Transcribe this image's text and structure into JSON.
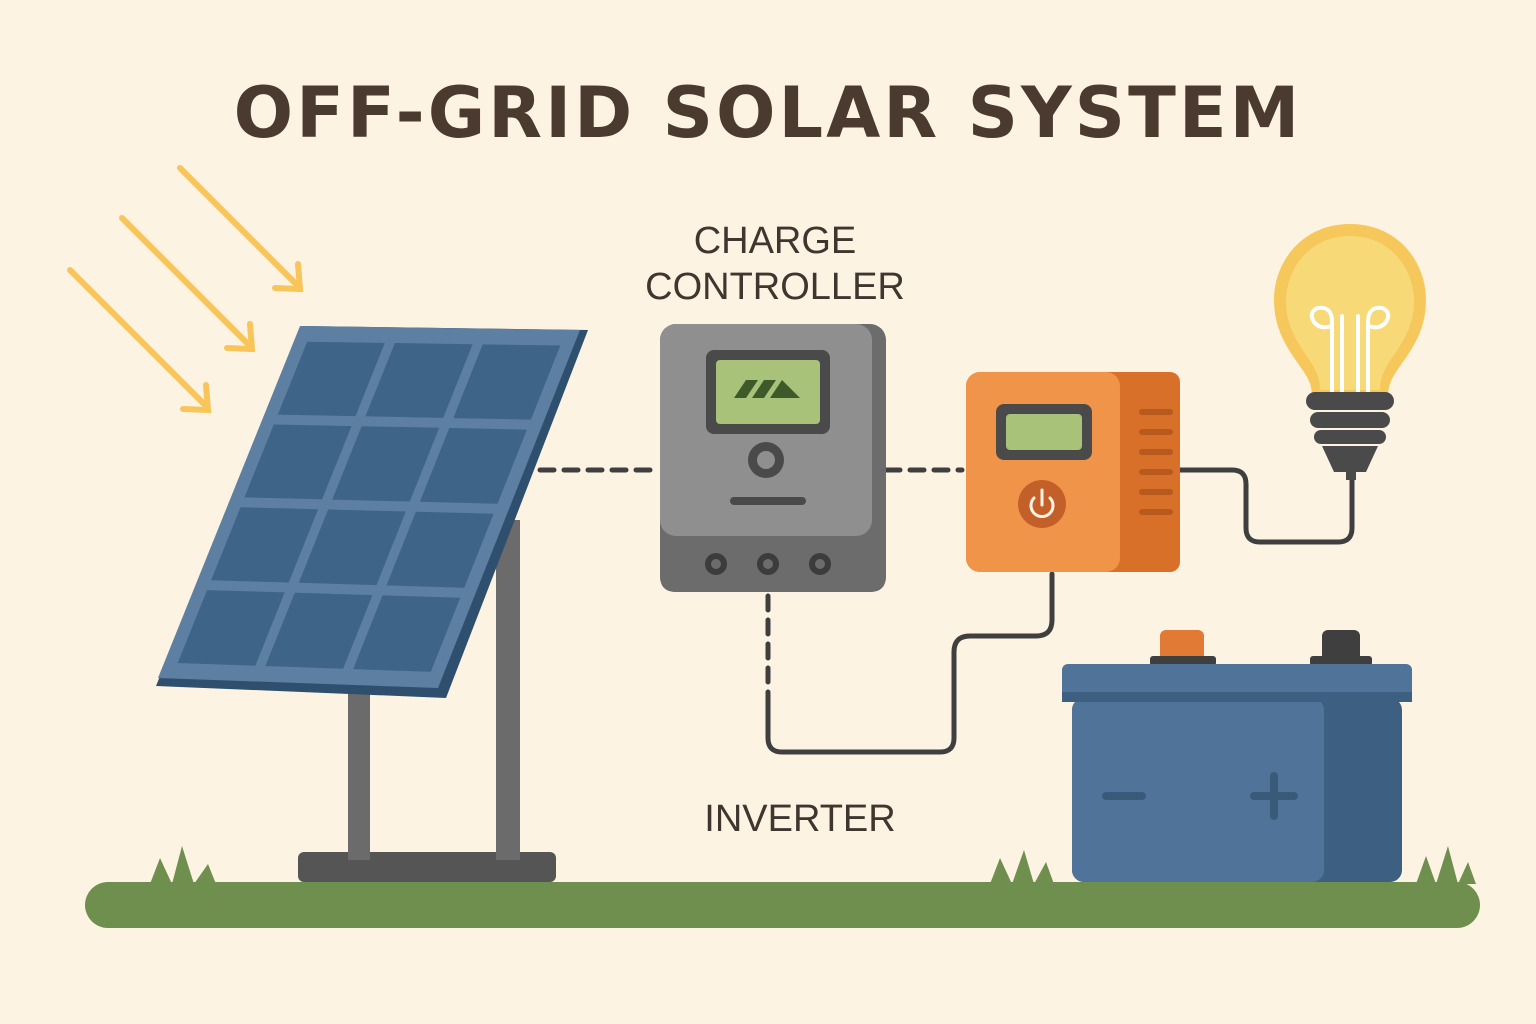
{
  "title": "OFF-GRID SOLAR SYSTEM",
  "labels": {
    "charge_controller_line1": "CHARGE",
    "charge_controller_line2": "CONTROLLER",
    "inverter": "INVERTER"
  },
  "colors": {
    "background": "#fdf3e2",
    "title": "#4a3a30",
    "sun_rays": "#f7c55a",
    "panel": "#3e6488",
    "panel_frame": "#5c7fa2",
    "controller": "#8d8d8d",
    "inverter": "#f08a3e",
    "battery": "#4f7399",
    "bulb": "#f8d978",
    "ground": "#6f8f4e",
    "wire": "#3f3f3f"
  },
  "components": {
    "sun": "sun-rays-icon",
    "panel": "solar-panel-icon",
    "controller": "charge-controller-icon",
    "inverter": "inverter-icon",
    "battery": "battery-icon",
    "bulb": "light-bulb-icon"
  },
  "battery_terminals": [
    "−",
    "+"
  ]
}
